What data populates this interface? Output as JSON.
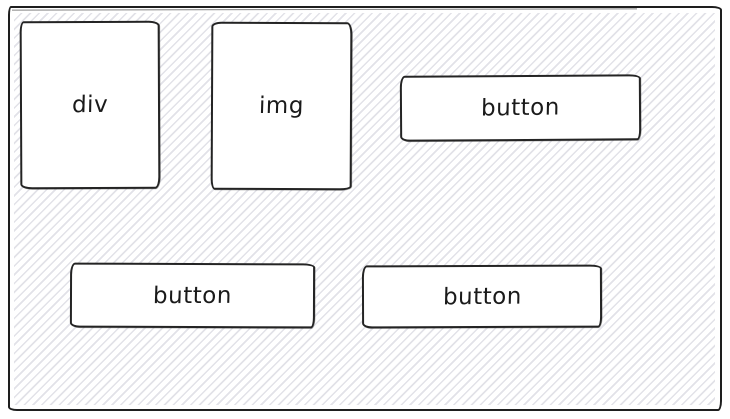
{
  "boxes": [
    {
      "name": "div-box",
      "label": "div",
      "shape": "rectangle"
    },
    {
      "name": "img-box",
      "label": "img",
      "shape": "rectangle"
    },
    {
      "name": "top-button",
      "label": "button",
      "shape": "rectangle"
    },
    {
      "name": "bottom-left-button",
      "label": "button",
      "shape": "rectangle"
    },
    {
      "name": "bottom-right-button",
      "label": "button",
      "shape": "rectangle"
    }
  ],
  "colors": {
    "stroke": "#1e1e1e",
    "hatch_line": "#e2e2e8",
    "box_fill": "#ffffff",
    "canvas_bg": "#ffffff",
    "text": "#1a1a1a"
  }
}
